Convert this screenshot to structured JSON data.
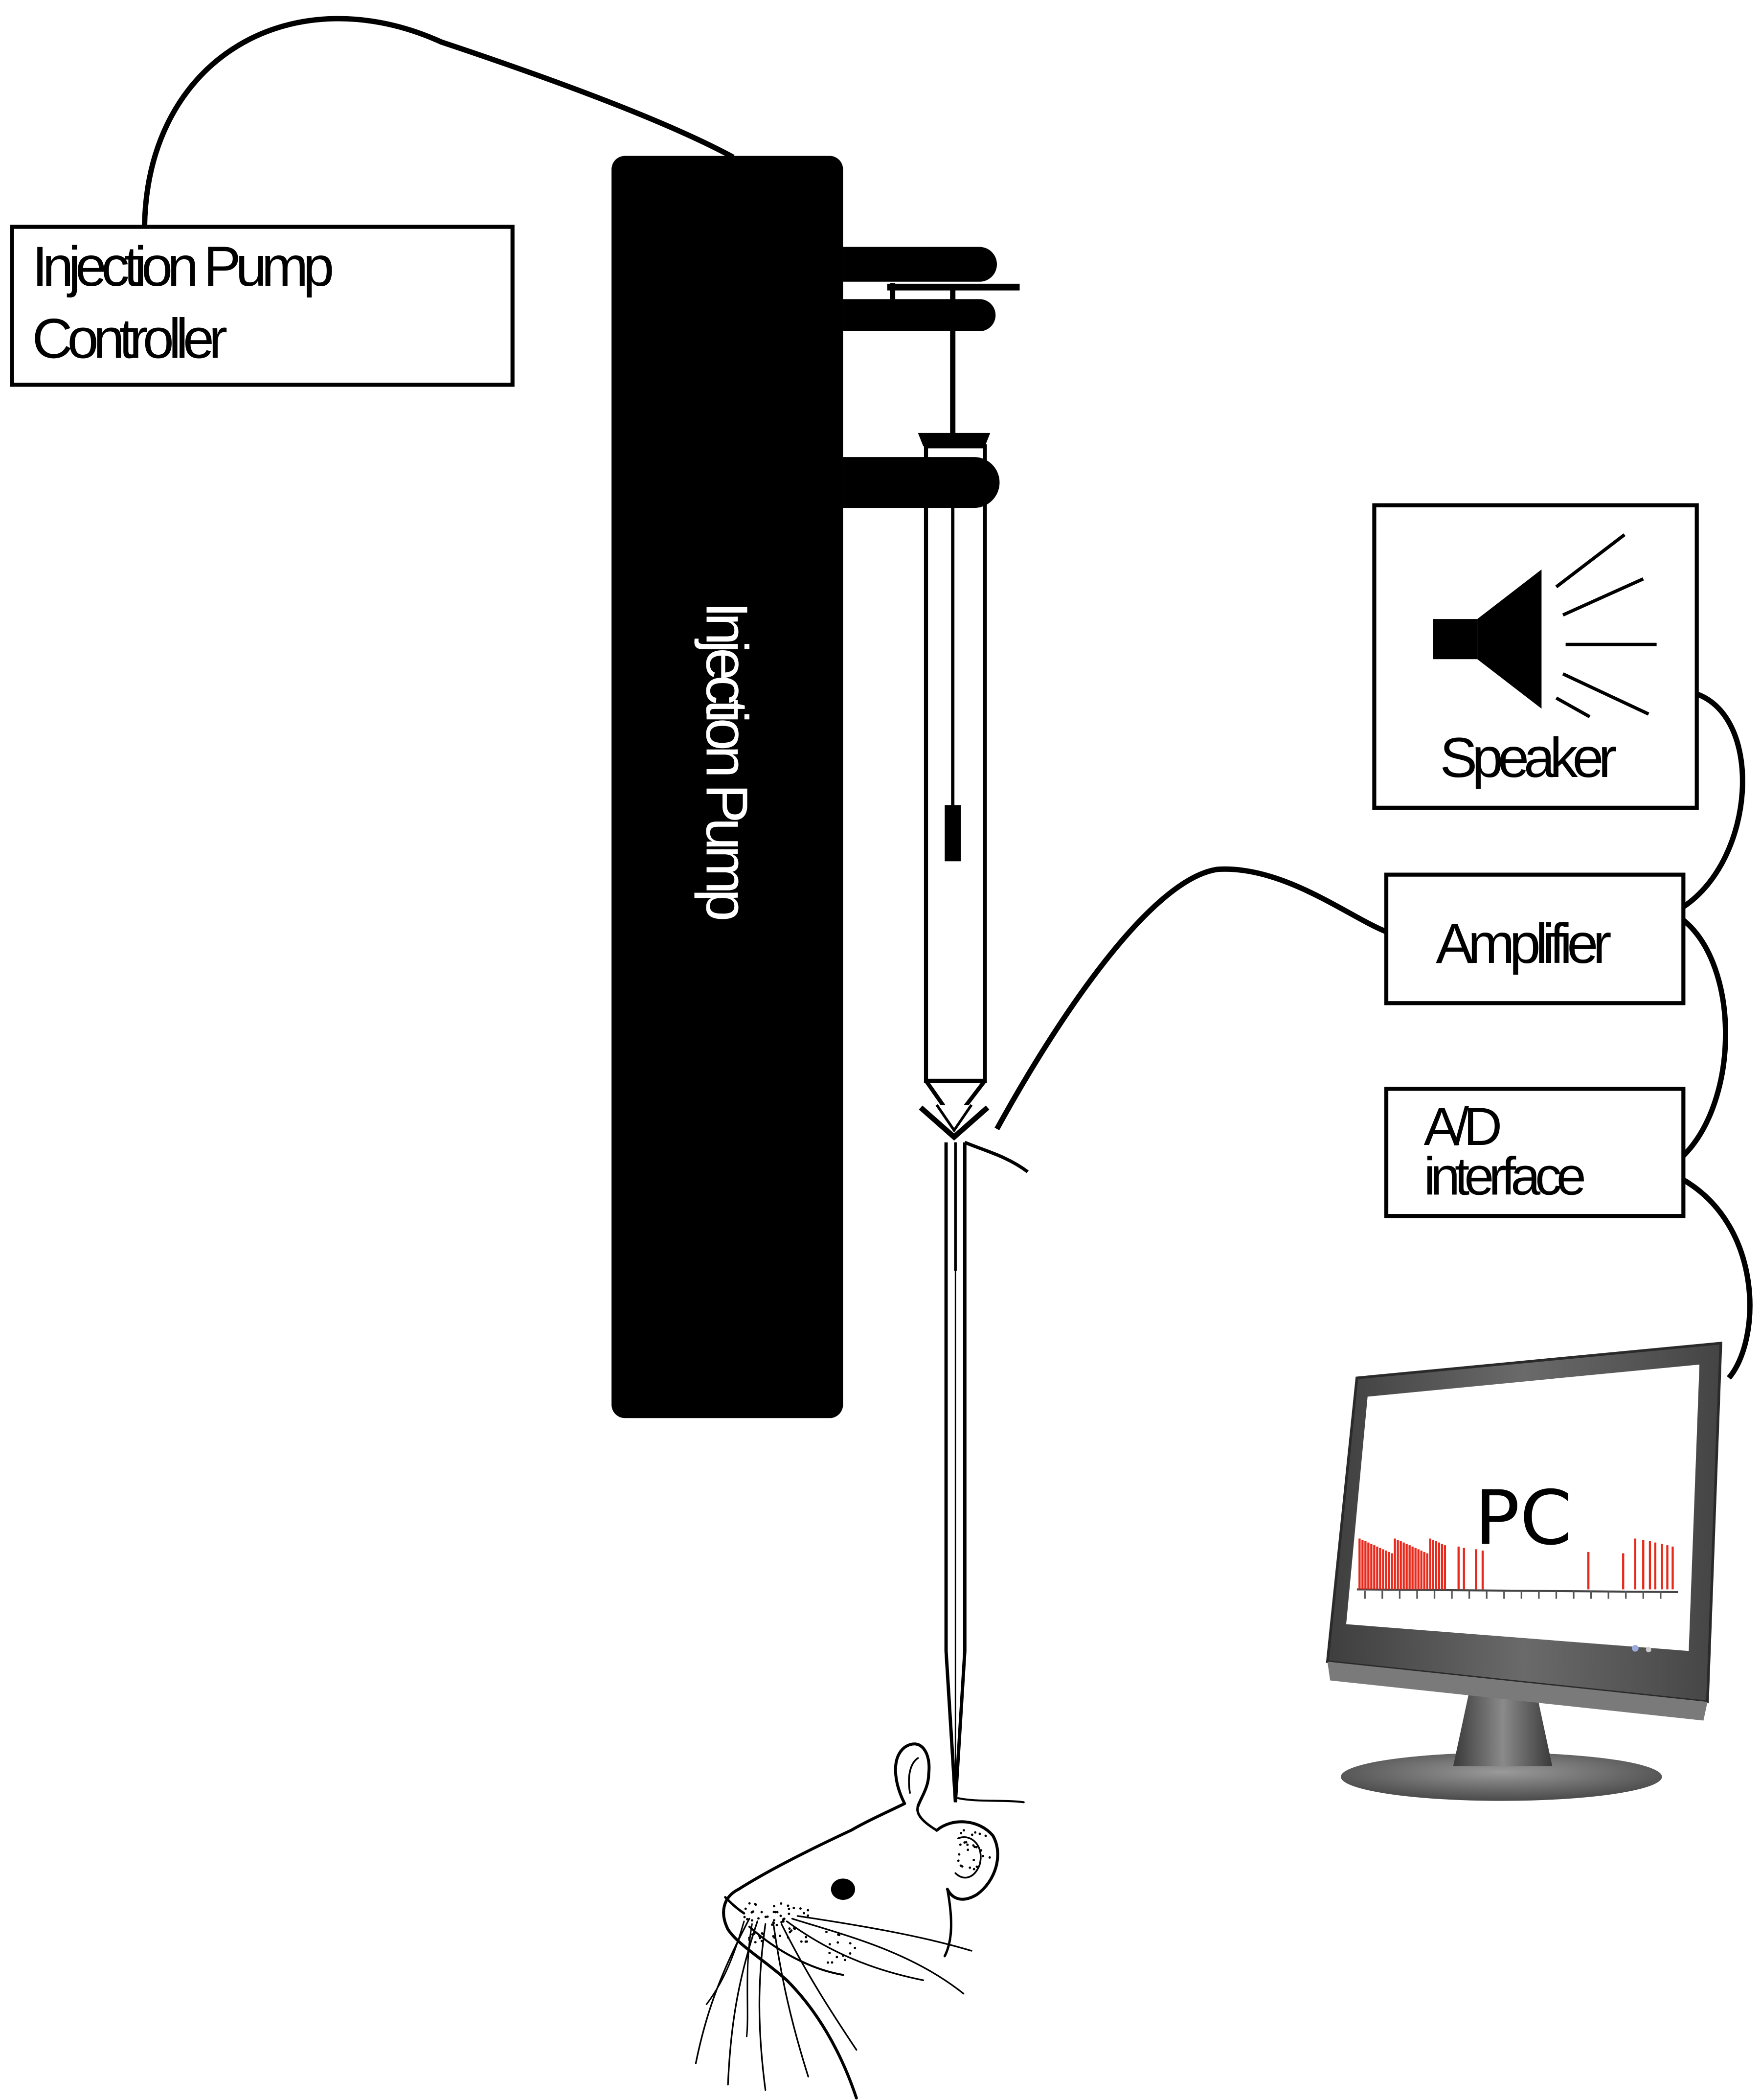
{
  "labels": {
    "controller_line1": "Injection Pump",
    "controller_line2": "Controller",
    "pump": "Injection Pump",
    "speaker": "Speaker",
    "amplifier": "Amplifier",
    "ad_line1": "A/D",
    "ad_line2": "interface",
    "pc": "PC"
  },
  "colors": {
    "ink": "#000000",
    "spike": "#e8291c",
    "monitor_bezel": "#5a5a5a",
    "background": "#ffffff"
  },
  "icons": {
    "speaker": "speaker-icon",
    "monitor": "monitor-icon",
    "mouse": "mouse-illustration",
    "syringe": "syringe-icon"
  }
}
